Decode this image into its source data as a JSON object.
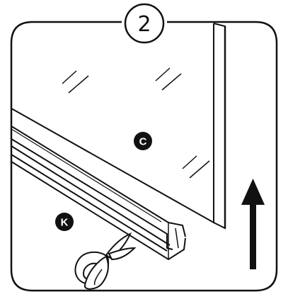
{
  "step": {
    "number": "2"
  },
  "parts": {
    "glass_panel": {
      "label": "C"
    },
    "seal_strip": {
      "label": "K"
    }
  },
  "icons": {
    "tool": "scissors-icon",
    "direction": "arrow-up-icon"
  },
  "colors": {
    "line": "#111111",
    "background": "#ffffff",
    "badge": "#111111"
  }
}
